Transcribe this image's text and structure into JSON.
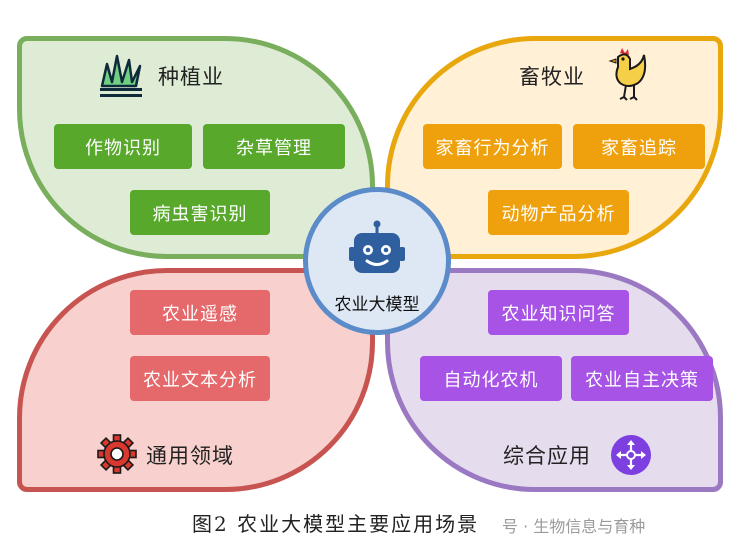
{
  "center": {
    "label": "农业大模型",
    "icon": "robot-icon"
  },
  "quadrants": {
    "planting": {
      "title": "种植业",
      "icon": "grass-icon",
      "items": [
        "作物识别",
        "杂草管理",
        "病虫害识别"
      ]
    },
    "livestock": {
      "title": "畜牧业",
      "icon": "chicken-icon",
      "items": [
        "家畜行为分析",
        "家畜追踪",
        "动物产品分析"
      ]
    },
    "general": {
      "title": "通用领域",
      "icon": "gear-icon",
      "items": [
        "农业遥感",
        "农业文本分析"
      ]
    },
    "integrated": {
      "title": "综合应用",
      "icon": "network-hub-icon",
      "items": [
        "农业知识问答",
        "自动化农机",
        "农业自主决策"
      ]
    }
  },
  "caption": "图2  农业大模型主要应用场景",
  "watermark": "号 · 生物信息与育种",
  "colors": {
    "green": "#57a82b",
    "orange": "#efa00d",
    "red": "#e5686a",
    "purple": "#a653e6",
    "center_border": "#5b8bc8"
  }
}
